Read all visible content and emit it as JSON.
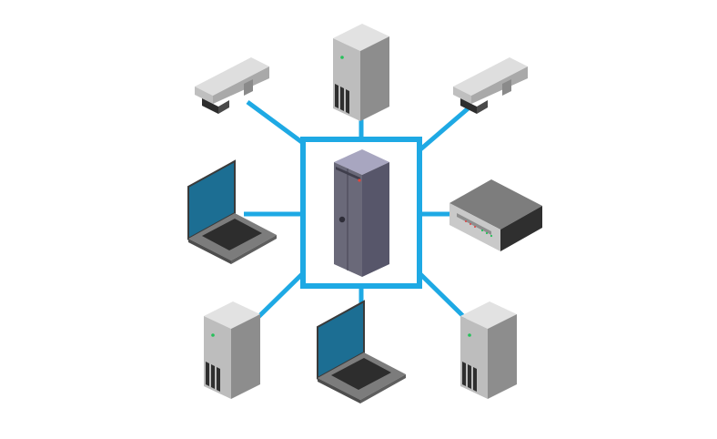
{
  "diagram": {
    "type": "star-network",
    "hub": {
      "device": "server-rack",
      "frame": "highlight-box"
    },
    "nodes": [
      {
        "id": "camera-top-left",
        "device": "security-camera"
      },
      {
        "id": "tower-top",
        "device": "tower-server"
      },
      {
        "id": "camera-top-right",
        "device": "security-camera"
      },
      {
        "id": "laptop-left",
        "device": "laptop"
      },
      {
        "id": "nvr-right",
        "device": "network-recorder"
      },
      {
        "id": "tower-bottom-left",
        "device": "tower-server"
      },
      {
        "id": "laptop-bottom",
        "device": "laptop"
      },
      {
        "id": "tower-bottom-right",
        "device": "tower-server"
      }
    ]
  },
  "colors": {
    "link": "#1ea9e4",
    "frame": "#1ea9e4",
    "rack_front": "#6a6979",
    "rack_side": "#5a5967",
    "rack_top": "#a8a6c0",
    "device_light": "#dfdfdf",
    "device_mid": "#a9a9a9",
    "device_dark": "#7b7b7b",
    "screen": "#1c6e93",
    "led_green": "#26c05a"
  }
}
